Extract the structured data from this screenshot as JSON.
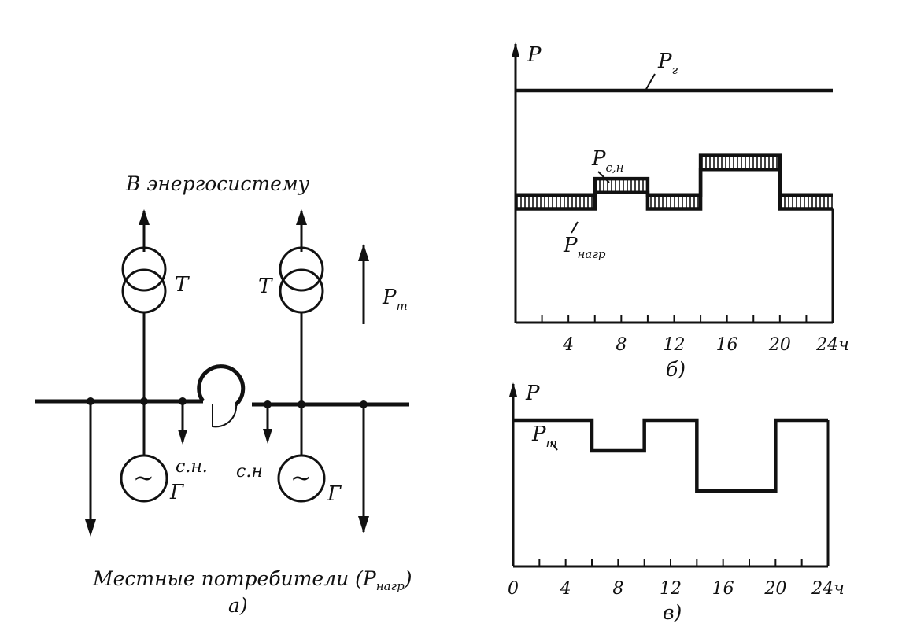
{
  "scheme": {
    "caption": "а)",
    "top_label": "В энергосистему",
    "bottom_label": "Местные потребители (P",
    "bottom_label_sub": "нагр",
    "bottom_label_end": ")",
    "transformer_label": "Т",
    "generator_label": "Г",
    "aux_label_left": "с.н.",
    "aux_label_right": "с.н",
    "power_arrow_label": "P",
    "power_arrow_sub": "т"
  },
  "chart_data": [
    {
      "type": "line",
      "caption": "б)",
      "ylabel": "P",
      "xlim": [
        0,
        24
      ],
      "x_ticks": [
        4,
        8,
        12,
        16,
        20,
        24
      ],
      "x_tick_labels": [
        "4",
        "8",
        "12",
        "16",
        "20",
        "24ч"
      ],
      "series": [
        {
          "name": "P_г",
          "label_main": "P",
          "label_sub": "г",
          "x": [
            0,
            24
          ],
          "y": [
            1.0,
            1.0
          ]
        },
        {
          "name": "P_с.н",
          "label_main": "P",
          "label_sub": "с,н",
          "x": [
            0,
            6,
            6,
            10,
            10,
            14,
            14,
            20,
            20,
            24
          ],
          "y": [
            0.55,
            0.55,
            0.62,
            0.62,
            0.55,
            0.55,
            0.72,
            0.72,
            0.55,
            0.55
          ]
        },
        {
          "name": "P_нагр",
          "label_main": "P",
          "label_sub": "нагр",
          "x": [
            0,
            6,
            6,
            10,
            10,
            14,
            14,
            20,
            20,
            24
          ],
          "y": [
            0.49,
            0.49,
            0.56,
            0.56,
            0.49,
            0.49,
            0.66,
            0.66,
            0.49,
            0.49
          ]
        }
      ]
    },
    {
      "type": "line",
      "caption": "в)",
      "ylabel": "P",
      "xlim": [
        0,
        24
      ],
      "x_ticks": [
        0,
        4,
        8,
        12,
        16,
        20,
        24
      ],
      "x_tick_labels": [
        "0",
        "4",
        "8",
        "12",
        "16",
        "20",
        "24ч"
      ],
      "series": [
        {
          "name": "P_т",
          "label_main": "P",
          "label_sub": "т",
          "x": [
            0,
            6,
            6,
            10,
            10,
            14,
            14,
            20,
            20,
            24
          ],
          "y": [
            0.62,
            0.62,
            0.49,
            0.49,
            0.62,
            0.62,
            0.32,
            0.32,
            0.62,
            0.62
          ]
        }
      ]
    }
  ]
}
